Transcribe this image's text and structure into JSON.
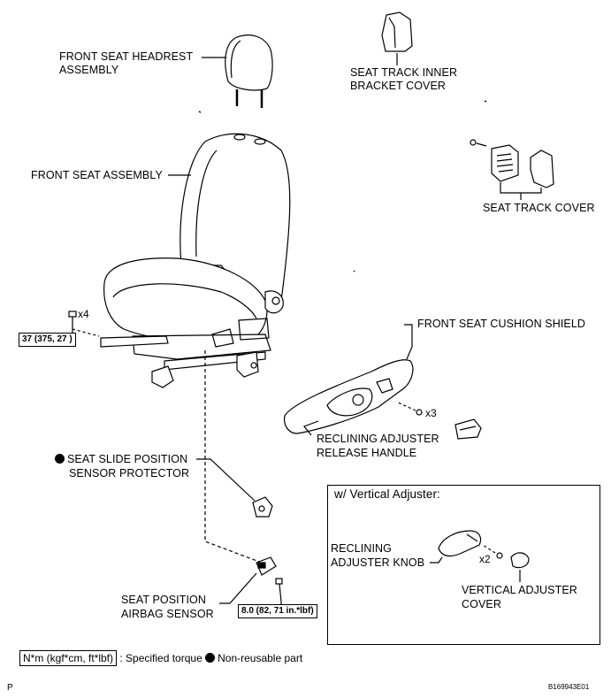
{
  "labels": {
    "headrest_line1": "FRONT SEAT HEADREST",
    "headrest_line2": "ASSEMBLY",
    "inner_cover_line1": "SEAT TRACK INNER",
    "inner_cover_line2": "BRACKET COVER",
    "front_seat_assembly": "FRONT SEAT ASSEMBLY",
    "seat_track_cover": "SEAT TRACK COVER",
    "cushion_shield": "FRONT SEAT CUSHION SHIELD",
    "reclining_release_line1": "RECLINING ADJUSTER",
    "reclining_release_line2": "RELEASE HANDLE",
    "slide_sensor_line1": "SEAT SLIDE POSITION",
    "slide_sensor_line2": "SENSOR PROTECTOR",
    "airbag_sensor_line1": "SEAT POSITION",
    "airbag_sensor_line2": "AIRBAG SENSOR"
  },
  "quantities": {
    "bolts_seat": "x4",
    "screws_shield": "x3",
    "screws_knob": "x2"
  },
  "torques": {
    "seat_bolt": "37 (375, 27 )",
    "sensor_bolt": "8.0 (82, 71 in.*lbf)"
  },
  "inset": {
    "title": "w/ Vertical Adjuster:",
    "knob_line1": "RECLINING",
    "knob_line2": "ADJUSTER KNOB",
    "vcover_line1": "VERTICAL ADJUSTER",
    "vcover_line2": "COVER"
  },
  "legend": {
    "torque_unit": "N*m (kgf*cm, ft*lbf)",
    "torque_text": ": Specified torque",
    "nonreusable_text": "Non-reusable part"
  },
  "corner": {
    "left": "P",
    "right": "B169943E01"
  }
}
